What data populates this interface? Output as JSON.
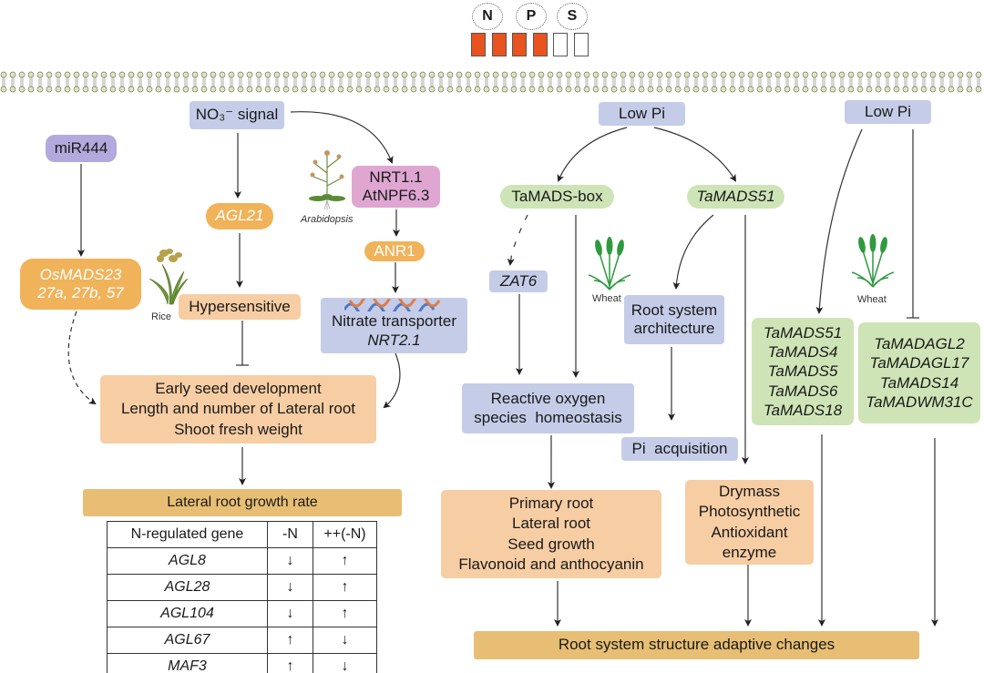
{
  "legend": {
    "nutrients": [
      "N",
      "P",
      "S"
    ],
    "indicator_filled": 4,
    "indicator_total": 6,
    "filled_color": "#e8531f"
  },
  "membrane": {
    "label": "",
    "style": "lipid-bilayer"
  },
  "colors": {
    "signal_blue": "#c5cce8",
    "mirna_purple": "#b4a9dc",
    "transporter_pink": "#dfa6d2",
    "gene_orange": "#f0b35a",
    "phenotype_peach": "#f7cda3",
    "outcome_gold": "#e7be74",
    "wheat_green": "#cfe4b6"
  },
  "nitrogen": {
    "no3_signal": "NO₃⁻ signal",
    "mir444": "miR444",
    "osmads_line1": "OsMADS23",
    "osmads_line2": "27a, 27b, 57",
    "rice_label": "Rice",
    "agl21": "AGL21",
    "hypersensitive": "Hypersensitive",
    "arabidopsis_label": "Arabidopsis",
    "nrt11_line1": "NRT1.1",
    "nrt11_line2": "AtNPF6.3",
    "anr1": "ANR1",
    "nitrate_line1": "Nitrate transporter",
    "nitrate_line2": "NRT2.1",
    "phenotype_lines": [
      "Early seed development",
      "Length and number of Lateral root",
      "Shoot fresh weight"
    ],
    "outcome": "Lateral root growth rate"
  },
  "n_table": {
    "headers": [
      "N-regulated gene",
      "-N",
      "++(-N)"
    ],
    "rows": [
      {
        "gene": "AGL8",
        "minus_n": "↓",
        "plus_minus_n": "↑"
      },
      {
        "gene": "AGL28",
        "minus_n": "↓",
        "plus_minus_n": "↑"
      },
      {
        "gene": "AGL104",
        "minus_n": "↓",
        "plus_minus_n": "↑"
      },
      {
        "gene": "AGL67",
        "minus_n": "↑",
        "plus_minus_n": "↓"
      },
      {
        "gene": "MAF3",
        "minus_n": "↑",
        "plus_minus_n": "↓"
      }
    ]
  },
  "phosphate": {
    "low_pi_1": "Low Pi",
    "low_pi_2": "Low Pi",
    "tamads_box": "TaMADS-box",
    "tamads51": "TaMADS51",
    "zat6": "ZAT6",
    "wheat_label_1": "Wheat",
    "wheat_label_2": "Wheat",
    "root_arch_line1": "Root system",
    "root_arch_line2": "architecture",
    "ros_line1": "Reactive oxygen",
    "ros_line2": "species  homeostasis",
    "pi_acq": "Pi  acquisition",
    "induced_genes": [
      "TaMADS51",
      "TaMADS4",
      "TaMADS5",
      "TaMADS6",
      "TaMADS18"
    ],
    "repressed_genes": [
      "TaMADAGL2",
      "TaMADAGL17",
      "TaMADS14",
      "TaMADWM31C"
    ],
    "root_phenotype": [
      "Primary root",
      "Lateral root",
      "Seed growth",
      "Flavonoid and anthocyanin"
    ],
    "dry_phenotype": [
      "Drymass",
      "Photosynthetic",
      "Antioxidant",
      "enzyme"
    ],
    "outcome": "Root system structure adaptive changes"
  }
}
